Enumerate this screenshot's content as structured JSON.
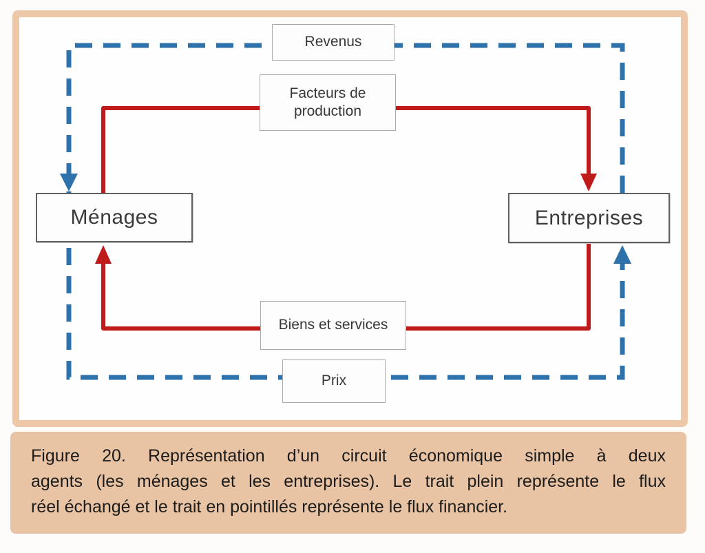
{
  "colors": {
    "frame": "#edc8a8",
    "caption_bg": "#e9c4a4",
    "real_flow_red": "#bf1b1b",
    "financial_flow_blue": "#2e72ac",
    "node_border": "#606060",
    "label_border": "#ababab"
  },
  "diagram": {
    "nodes": {
      "menages": "Ménages",
      "entreprises": "Entreprises"
    },
    "flow_labels": {
      "revenus": "Revenus",
      "facteurs": "Facteurs de production",
      "biens": "Biens et services",
      "prix": "Prix"
    }
  },
  "caption": {
    "line1": "Figure 20.  Représentation d’un  circuit  économique simple à  deux",
    "line2": "agents (les ménages et les entreprises). Le trait plein représente le flux",
    "line3": "réel échangé et le trait en pointillés représente le flux financier."
  }
}
